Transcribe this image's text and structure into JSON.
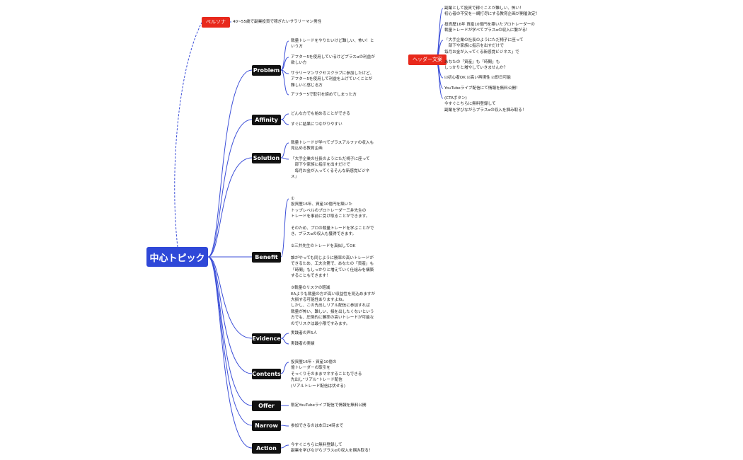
{
  "root": "中心トピック",
  "persona": {
    "label": "ペルソナ",
    "text": "40~55歳で副業投資で稼ぎたいサラリーマン男性"
  },
  "branches": [
    {
      "label": "Problem",
      "leaves": [
        "裁量トレードをやりたいけど難しい、怖い！と\nいう方",
        "アフター5を使用しているけどプラスαの利益が\n欲しい方",
        "サラリーマンサクセスクラブに参加したけど、\nアフター5を使用して利益を上げていくことが\n難しいと感じる方",
        "アフター5で取引を諦めてしまった方"
      ]
    },
    {
      "label": "Affinity",
      "leaves": [
        "どんな方でも始めることができる",
        "すぐに結果につながりやすい"
      ]
    },
    {
      "label": "Solution",
      "leaves": [
        "裁量トレードが学べてプラスアルファの収入も\n見込める教育企画",
        "「大手企業の社長のようにただ椅子に座って\n　部下や家族に指示を出すだけで\n　毎月お金が入ってくるそんな新感覚ビジネ\nス」"
      ]
    },
    {
      "label": "Benefit",
      "leaves": [
        "①\n投資歴16年、資産10億円を築いた\nトップレベルのプロトレーダー三井先生の\nトレードを事前に受け取ることができます。\n\nそのため、プロの裁量トレードを学ぶことがで\nき、プラスαの収入も獲得できます。\n\n②三井先生のトレードを真似してOK\n\n誰がやっても同じように勝率の高いトレードが\nできるため、工夫次第で、あなたの「資産」も\n「時間」もしっかりと増えていく仕組みを構築\nすることもできます！\n\n③裁量のリスクの軽減\nEAよりも裁量の方が高い収益性を見込めますが\n大損する可能性ありますよね。\nしかし、この先出しリアル配信に参加すれば\n裁量が怖い、難しい、損を出したくないという\n方でも、圧倒的に勝率の高いトレードが可能な\nのでリスクは最小限ですみます。"
      ]
    },
    {
      "label": "Evidence",
      "leaves": [
        "実践者の声5人",
        "実践者の実績"
      ]
    },
    {
      "label": "Contents",
      "leaves": [
        "投資歴16年・資産10億の\n億トレーダーの取引を\nそっくりそのままマネすることもできる\n先出し”リアル”トレード配信\n(リアルトレード配信は伏せる)"
      ]
    },
    {
      "label": "Offer",
      "leaves": [
        "限定YouTubeライブ配信で情報を無料公開"
      ]
    },
    {
      "label": "Narrow",
      "leaves": [
        "参加できるのは本日24時まで"
      ]
    },
    {
      "label": "Action",
      "leaves": [
        "今すぐこちらに無料登録して\n副業を学びながらプラスαの収入を掴み取る！"
      ]
    }
  ],
  "header": {
    "label": "ヘッダー文案",
    "paragraphs": [
      "副業として投資で稼ぐことが難しい、怖い！\n初心者の不安を一網打尽にする教育企画が開催決定！",
      "投資歴16年 資産10億円を築いたプロトレーダーの\n裁量トレードが学べてプラスαの収入に繋がる！",
      "「大手企業の社長のようにただ椅子に座って\n　部下や家族に指示を出すだけで\n毎月お金が入ってくる新感覚ビジネス」で",
      "あなたの「資産」も「時間」も\nしっかりと増やしていきませんか？",
      "☑初心者OK ☑高い再現性 ☑即日可能",
      "YouTubeライブ配信にて情報を無料公開！",
      "(CTAボタン)\n今すぐこちらに無料登録して\n副業を学びながらプラスαの収入を掴み取る！"
    ]
  },
  "colors": {
    "root": "#2f48d8",
    "branch": "#111111",
    "tag": "#e8291c",
    "line": "#3c4fd8"
  }
}
